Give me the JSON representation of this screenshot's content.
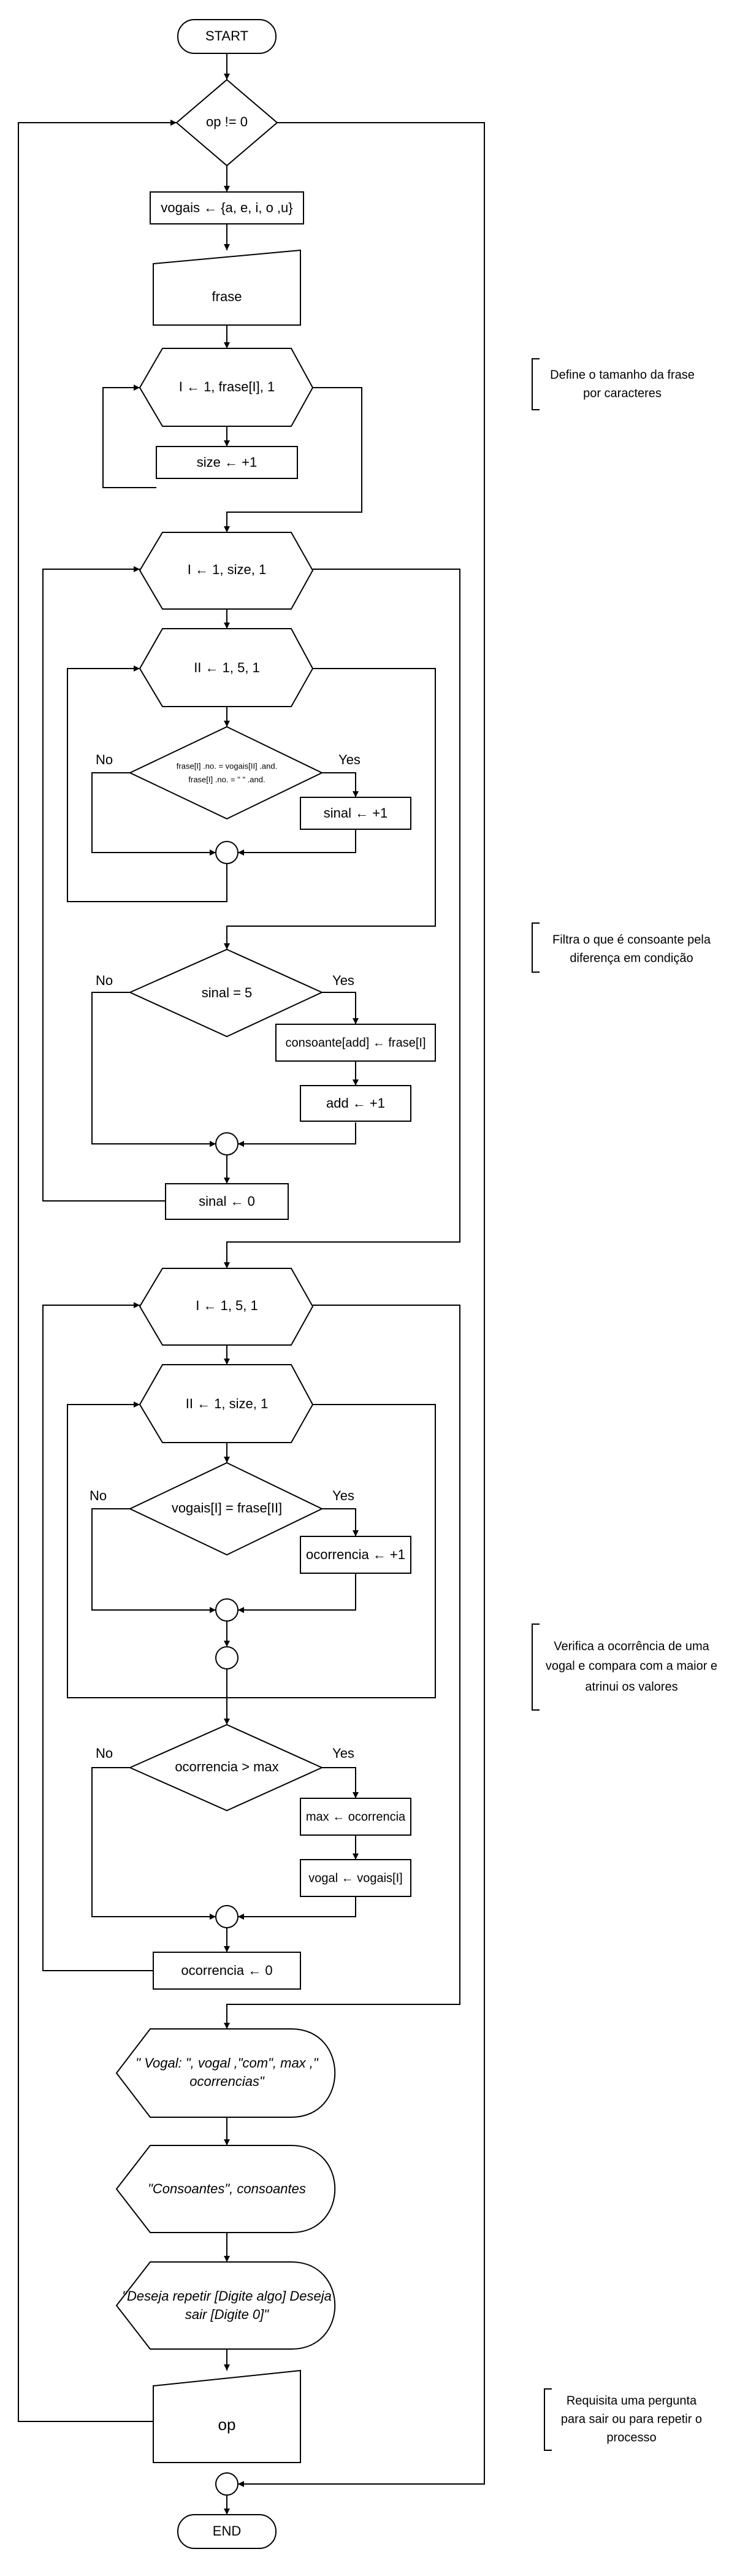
{
  "flowchart": {
    "start": "START",
    "end": "END",
    "loop_op": "op != 0",
    "vogais_assign": "vogais ← {a, e, i, o ,u}",
    "input_frase": "frase",
    "loop_size": "I ← 1, frase[I], 1",
    "size_inc": "size ← +1",
    "loop_i_size": "I ← 1, size, 1",
    "loop_ii_5": "II ← 1, 5, 1",
    "cond1_line1": "frase[I] .no. = vogais[II] .and.",
    "cond1_line2": "frase[I] .no. = \" \" .and.",
    "sinal_inc": "sinal ← +1",
    "cond_sinal": "sinal = 5",
    "consoante_assign": "consoante[add] ← frase[I]",
    "add_inc": "add ← +1",
    "sinal_reset": "sinal ← 0",
    "loop_i_5": "I ← 1, 5, 1",
    "loop_ii_size": "II ← 1, size, 1",
    "cond_vogal": "vogais[I] = frase[II]",
    "ocorrencia_inc": "ocorrencia ← +1",
    "cond_max": "ocorrencia > max",
    "max_assign": "max ← ocorrencia",
    "vogal_assign": "vogal ← vogais[I]",
    "ocorrencia_reset": "ocorrencia ← 0",
    "out1_line1": "\" Vogal: \", vogal ,\"com\", max ,\"",
    "out1_line2": "ocorrencias\"",
    "out2": "\"Consoantes\", consoantes",
    "out3_line1": "\"Deseja repetir [Digite algo] Deseja",
    "out3_line2": "sair [Digite 0]\"",
    "input_op": "op",
    "yes": "Yes",
    "no": "No"
  },
  "comments": [
    {
      "line1": "Define o tamanho da frase",
      "line2": "por caracteres",
      "line3": ""
    },
    {
      "line1": "Filtra o que é consoante pela",
      "line2": "diferença em condição",
      "line3": ""
    },
    {
      "line1": "Verifica a ocorrência de uma",
      "line2": "vogal e compara com a maior e",
      "line3": "atrinui os valores"
    },
    {
      "line1": "Requisita uma pergunta",
      "line2": "para sair ou para repetir o",
      "line3": "processo"
    }
  ],
  "colors": {
    "stroke": "#000000",
    "fill": "#ffffff"
  }
}
